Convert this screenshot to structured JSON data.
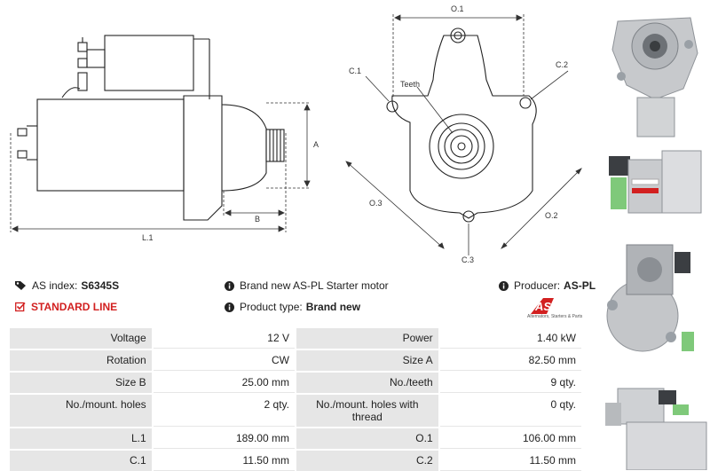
{
  "dimensions": {
    "L1": "L.1",
    "A": "A",
    "B": "B",
    "O1": "O.1",
    "O2": "O.2",
    "O3": "O.3",
    "C1": "C.1",
    "C2": "C.2",
    "C3": "C.3",
    "teeth": "Teeth"
  },
  "info": {
    "as_index_label": "AS index:",
    "as_index_value": "S6345S",
    "description": "Brand new AS-PL Starter motor",
    "producer_label": "Producer:",
    "producer_value": "AS-PL",
    "line_label": "STANDARD LINE",
    "product_type_label": "Product type:",
    "product_type_value": "Brand new"
  },
  "logo": {
    "mark": "AS",
    "tagline": "Alternators, Starters & Parts"
  },
  "specs": [
    {
      "l1": "Voltage",
      "v1": "12 V",
      "l2": "Power",
      "v2": "1.40 kW"
    },
    {
      "l1": "Rotation",
      "v1": "CW",
      "l2": "Size A",
      "v2": "82.50 mm"
    },
    {
      "l1": "Size B",
      "v1": "25.00 mm",
      "l2": "No./teeth",
      "v2": "9 qty."
    },
    {
      "l1": "No./mount. holes",
      "v1": "2 qty.",
      "l2": "No./mount. holes with thread",
      "v2": "0 qty."
    },
    {
      "l1": "L.1",
      "v1": "189.00 mm",
      "l2": "O.1",
      "v2": "106.00 mm"
    },
    {
      "l1": "C.1",
      "v1": "11.50 mm",
      "l2": "C.2",
      "v2": "11.50 mm"
    }
  ],
  "colors": {
    "accent_red": "#d22020",
    "label_bg": "#e6e6e6",
    "line": "#222222"
  },
  "icons": {
    "tag": "tag-icon",
    "info": "info-icon",
    "check": "checkbox-check-icon"
  }
}
